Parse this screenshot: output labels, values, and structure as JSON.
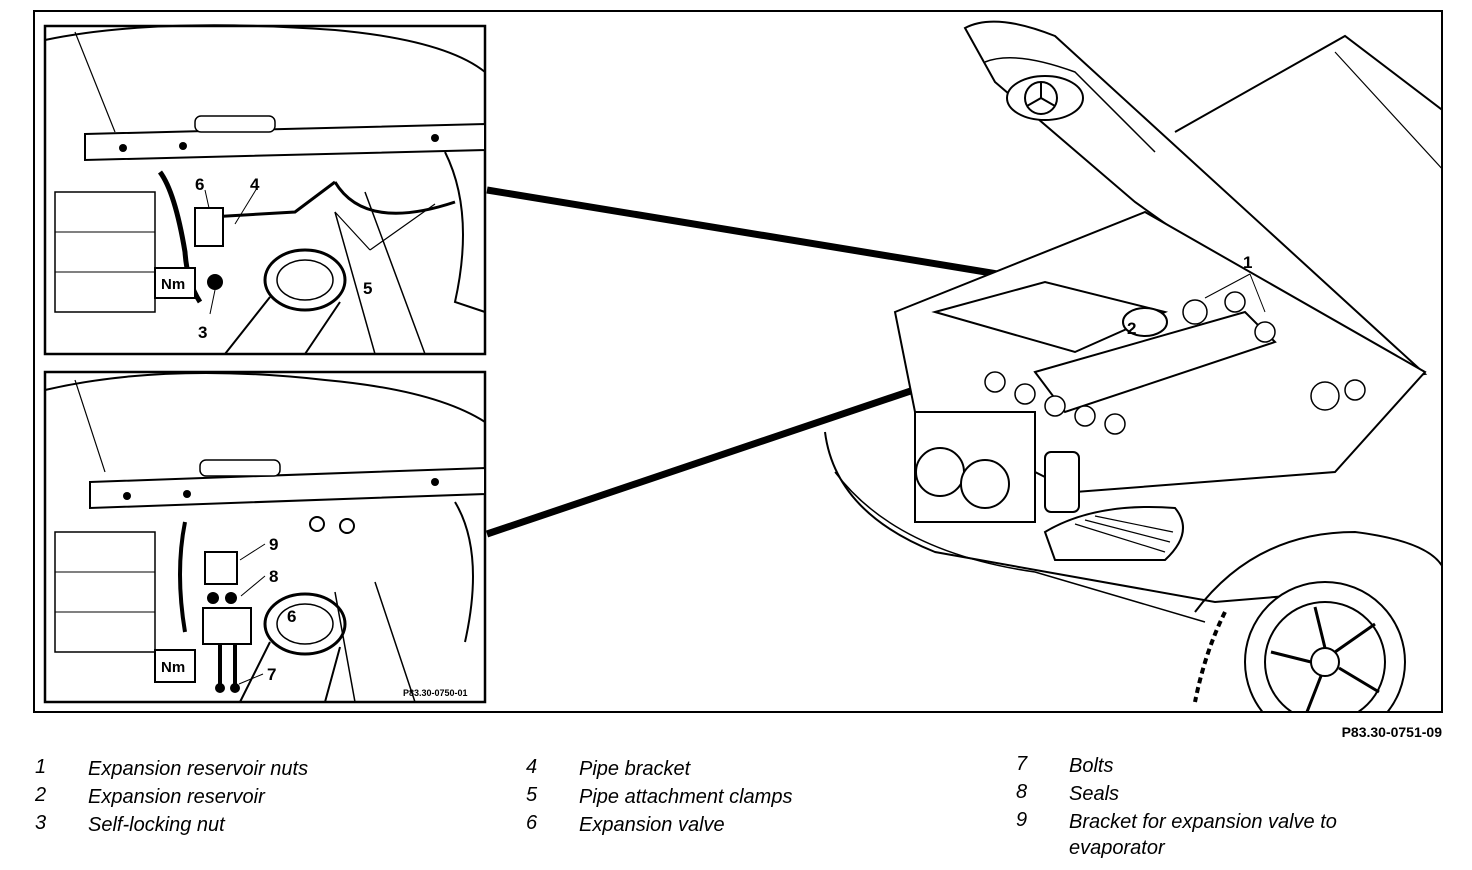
{
  "figure": {
    "code": "P83.30-0751-09",
    "inset_top": {
      "torque_label": "Nm",
      "callouts": [
        "6",
        "4",
        "5",
        "3"
      ]
    },
    "inset_bottom": {
      "torque_label": "Nm",
      "callouts": [
        "9",
        "8",
        "6",
        "7"
      ],
      "code": "P83.30-0750-01"
    },
    "main_view": {
      "callouts": [
        "1",
        "2"
      ]
    }
  },
  "legend": [
    {
      "number": "1",
      "label": "Expansion reservoir nuts"
    },
    {
      "number": "2",
      "label": "Expansion reservoir"
    },
    {
      "number": "3",
      "label": "Self-locking nut"
    },
    {
      "number": "4",
      "label": "Pipe bracket"
    },
    {
      "number": "5",
      "label": "Pipe attachment clamps"
    },
    {
      "number": "6",
      "label": "Expansion valve"
    },
    {
      "number": "7",
      "label": "Bolts"
    },
    {
      "number": "8",
      "label": "Seals"
    },
    {
      "number": "9",
      "label": "Bracket for expansion valve to evaporator"
    }
  ]
}
